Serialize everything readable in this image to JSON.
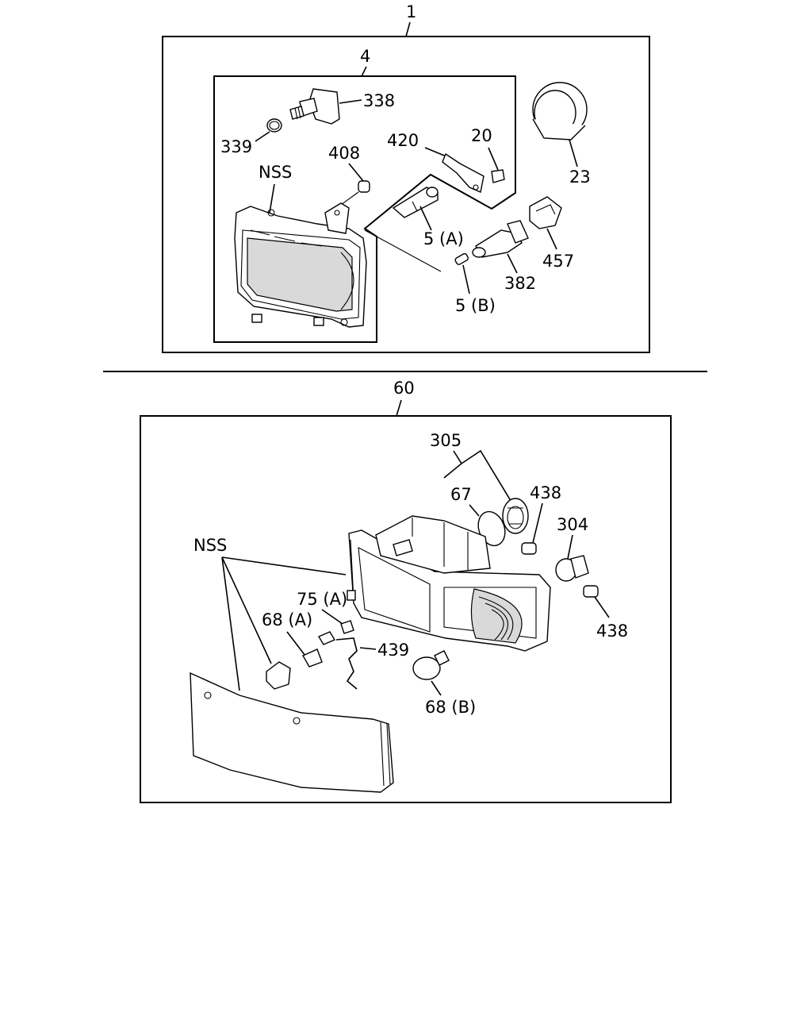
{
  "upper_assembly": {
    "callout": "1",
    "sub_callout": "4",
    "labels": {
      "p338": "338",
      "p339": "339",
      "p408": "408",
      "nss": "NSS",
      "p420": "420",
      "p20": "20",
      "p23": "23",
      "p5a": "5 (A)",
      "p5b": "5 (B)",
      "p382": "382",
      "p457": "457"
    }
  },
  "lower_assembly": {
    "callout": "60",
    "labels": {
      "p305": "305",
      "p67": "67",
      "p438a": "438",
      "p304": "304",
      "p438b": "438",
      "nss": "NSS",
      "p75a": "75 (A)",
      "p68a": "68 (A)",
      "p439": "439",
      "p68b": "68 (B)"
    }
  }
}
